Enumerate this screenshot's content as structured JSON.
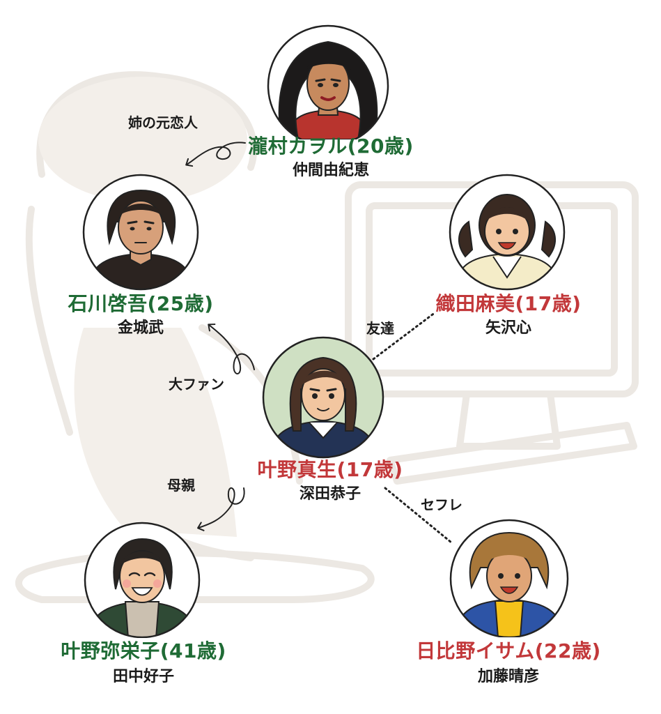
{
  "colors": {
    "green": "#1f6b35",
    "red": "#c2383a",
    "outline": "#222222",
    "watermark": "#ebe7e2"
  },
  "characters": [
    {
      "id": "kaoru",
      "role": "瀧村カヲル(20歳)",
      "actor": "仲間由紀恵",
      "color": "green",
      "icon": "woman-curly-hair-portrait"
    },
    {
      "id": "keigo",
      "role": "石川啓吾(25歳)",
      "actor": "金城武",
      "color": "green",
      "icon": "man-long-hair-portrait"
    },
    {
      "id": "asami",
      "role": "織田麻美(17歳)",
      "actor": "矢沢心",
      "color": "red",
      "icon": "girl-pigtails-portrait"
    },
    {
      "id": "maki",
      "role": "叶野真生(17歳)",
      "actor": "深田恭子",
      "color": "red",
      "icon": "girl-student-portrait"
    },
    {
      "id": "yaeko",
      "role": "叶野弥栄子(41歳)",
      "actor": "田中好子",
      "color": "green",
      "icon": "mother-smiling-portrait"
    },
    {
      "id": "isamu",
      "role": "日比野イサム(22歳)",
      "actor": "加藤晴彦",
      "color": "red",
      "icon": "young-man-blond-portrait"
    }
  ],
  "relations": {
    "ex_lover": "姉の元恋人",
    "big_fan": "大ファン",
    "friend": "友達",
    "mother": "母親",
    "sefure": "セフレ"
  }
}
